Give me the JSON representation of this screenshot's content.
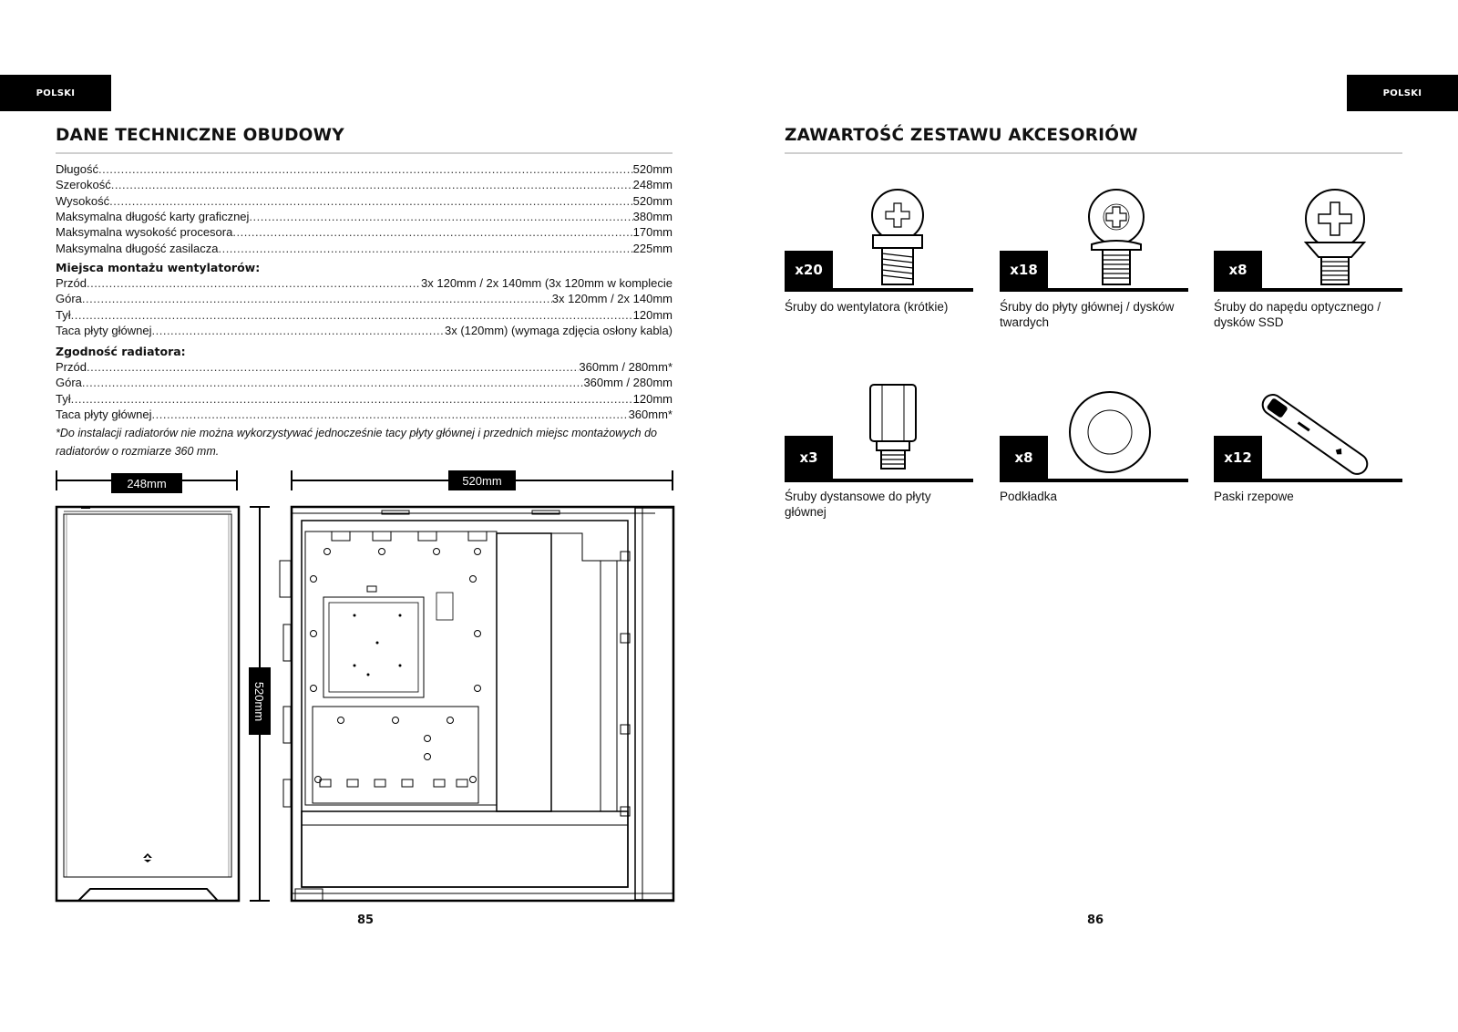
{
  "header": {
    "left_tab": "POLSKI",
    "right_tab": "POLSKI"
  },
  "left_page": {
    "title": "DANE TECHNICZNE OBUDOWY",
    "specs": [
      {
        "label": "Długość",
        "value": "520mm"
      },
      {
        "label": "Szerokość",
        "value": "248mm"
      },
      {
        "label": "Wysokość",
        "value": "520mm"
      },
      {
        "label": "Maksymalna długość karty graficznej",
        "value": "380mm"
      },
      {
        "label": "Maksymalna wysokość procesora",
        "value": "170mm"
      },
      {
        "label": "Maksymalna długość zasilacza",
        "value": "225mm"
      }
    ],
    "fans_heading": "Miejsca montażu wentylatorów:",
    "fans": [
      {
        "label": "Przód",
        "value": "3x 120mm / 2x 140mm (3x 120mm w komplecie"
      },
      {
        "label": "Góra",
        "value": "3x 120mm / 2x 140mm"
      },
      {
        "label": "Tył",
        "value": "120mm"
      },
      {
        "label": "Taca płyty głównej",
        "value": "3x (120mm) (wymaga zdjęcia osłony kabla)"
      }
    ],
    "radiator_heading": "Zgodność radiatora:",
    "radiators": [
      {
        "label": "Przód",
        "value": "360mm / 280mm*"
      },
      {
        "label": "Góra",
        "value": "360mm / 280mm"
      },
      {
        "label": "Tył",
        "value": "120mm"
      },
      {
        "label": "Taca płyty głównej",
        "value": "360mm*"
      }
    ],
    "note": "*Do instalacji radiatorów nie można wykorzystywać jednocześnie tacy płyty głównej i przednich miejsc montażowych do radiatorów o rozmiarze 360 mm.",
    "dimensions": {
      "width_label": "248mm",
      "length_label": "520mm",
      "height_label": "520mm"
    },
    "page_number": "85"
  },
  "right_page": {
    "title": "ZAWARTOŚĆ ZESTAWU AKCESORIÓW",
    "accessories": [
      {
        "qty": "x20",
        "label": "Śruby do wentylatora (krótkie)",
        "icon": "fan-screw-icon"
      },
      {
        "qty": "x18",
        "label": "Śruby do płyty głównej / dysków twardych",
        "icon": "motherboard-screw-icon"
      },
      {
        "qty": "x8",
        "label": "Śruby do napędu optycznego / dysków SSD",
        "icon": "ssd-screw-icon"
      },
      {
        "qty": "x3",
        "label": "Śruby dystansowe do płyty głównej",
        "icon": "standoff-icon"
      },
      {
        "qty": "x8",
        "label": "Podkładka",
        "icon": "washer-icon"
      },
      {
        "qty": "x12",
        "label": "Paski rzepowe",
        "icon": "cable-tie-icon"
      }
    ],
    "page_number": "86"
  }
}
